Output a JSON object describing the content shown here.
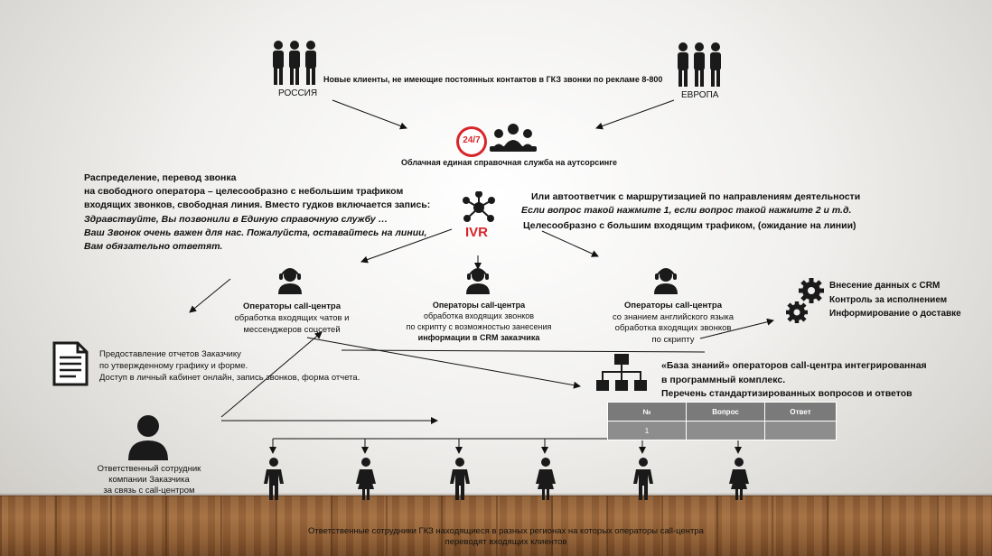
{
  "top": {
    "left_group_label": "РОССИЯ",
    "right_group_label": "ЕВРОПА",
    "new_clients": "Новые клиенты, не имеющие постоянных контактов в ГКЗ звонки по рекламе 8-800"
  },
  "center": {
    "badge": "24/7",
    "cloud_label": "Облачная единая справочная служба на аутсорсинге",
    "ivr_label": "IVR"
  },
  "left_text": {
    "line1": "Распределение, перевод звонка",
    "line2": "на свободного оператора – целесообразно с небольшим трафиком",
    "line3": "входящих звонков, свободная линия. Вместо гудков включается запись:",
    "line4": "Здравствуйте, Вы позвонили в Единую справочную службу …",
    "line5": "Ваш Звонок очень важен для нас. Пожалуйста, оставайтесь на линии,",
    "line6": "Вам обязательно ответят."
  },
  "right_text": {
    "line1": "Или автоответчик с маршрутизацией по направлениям деятельности",
    "line2": "Если вопрос такой нажмите 1, если вопрос такой нажмите 2 и т.д.",
    "line3": "Целесообразно с большим входящим трафиком, (ожидание на линии)"
  },
  "operators": {
    "op1": [
      "Операторы call-центра",
      "обработка входящих чатов и",
      "мессенджеров соцсетей"
    ],
    "op2": [
      "Операторы call-центра",
      "обработка входящих звонков",
      "по скрипту с возможностью занесения",
      "информации в CRM заказчика"
    ],
    "op3": [
      "Операторы call-центра",
      "со знанием английского языка",
      "обработка входящих звонков",
      "по скрипту"
    ]
  },
  "crm": [
    "Внесение данных с CRM",
    "Контроль за исполнением",
    "Информирование о доставке"
  ],
  "reports": [
    "Предоставление отчетов Заказчику",
    "по утвержденному графику и форме.",
    "Доступ в личный кабинет онлайн, запись звонков, форма отчета."
  ],
  "knowledge_base": {
    "lines": [
      "«База знаний» операторов call-центра интегрированная",
      "в программный комплекс.",
      "Перечень стандартизированных вопросов и ответов"
    ],
    "table_headers": [
      "№",
      "Вопрос",
      "Ответ"
    ],
    "table_row": [
      "1",
      "",
      ""
    ]
  },
  "responsible": [
    "Ответственный сотрудник",
    "компании Заказчика",
    "за связь с call-центром"
  ],
  "bottom": [
    "Ответственные сотрудники ГКЗ находящиеся в разных регионах на которых операторы call-центра",
    "переводят входящих клиентов"
  ],
  "colors": {
    "badge_red": "#d7262b",
    "icon_dark": "#1a1a1a",
    "table_header": "#7a7a7a",
    "floor": "#8c5a30"
  },
  "icons": [
    "people-group-icon",
    "24-7-icon",
    "ivr-network-icon",
    "operator-headset-icon",
    "gears-icon",
    "document-icon",
    "hierarchy-icon",
    "person-icon"
  ]
}
